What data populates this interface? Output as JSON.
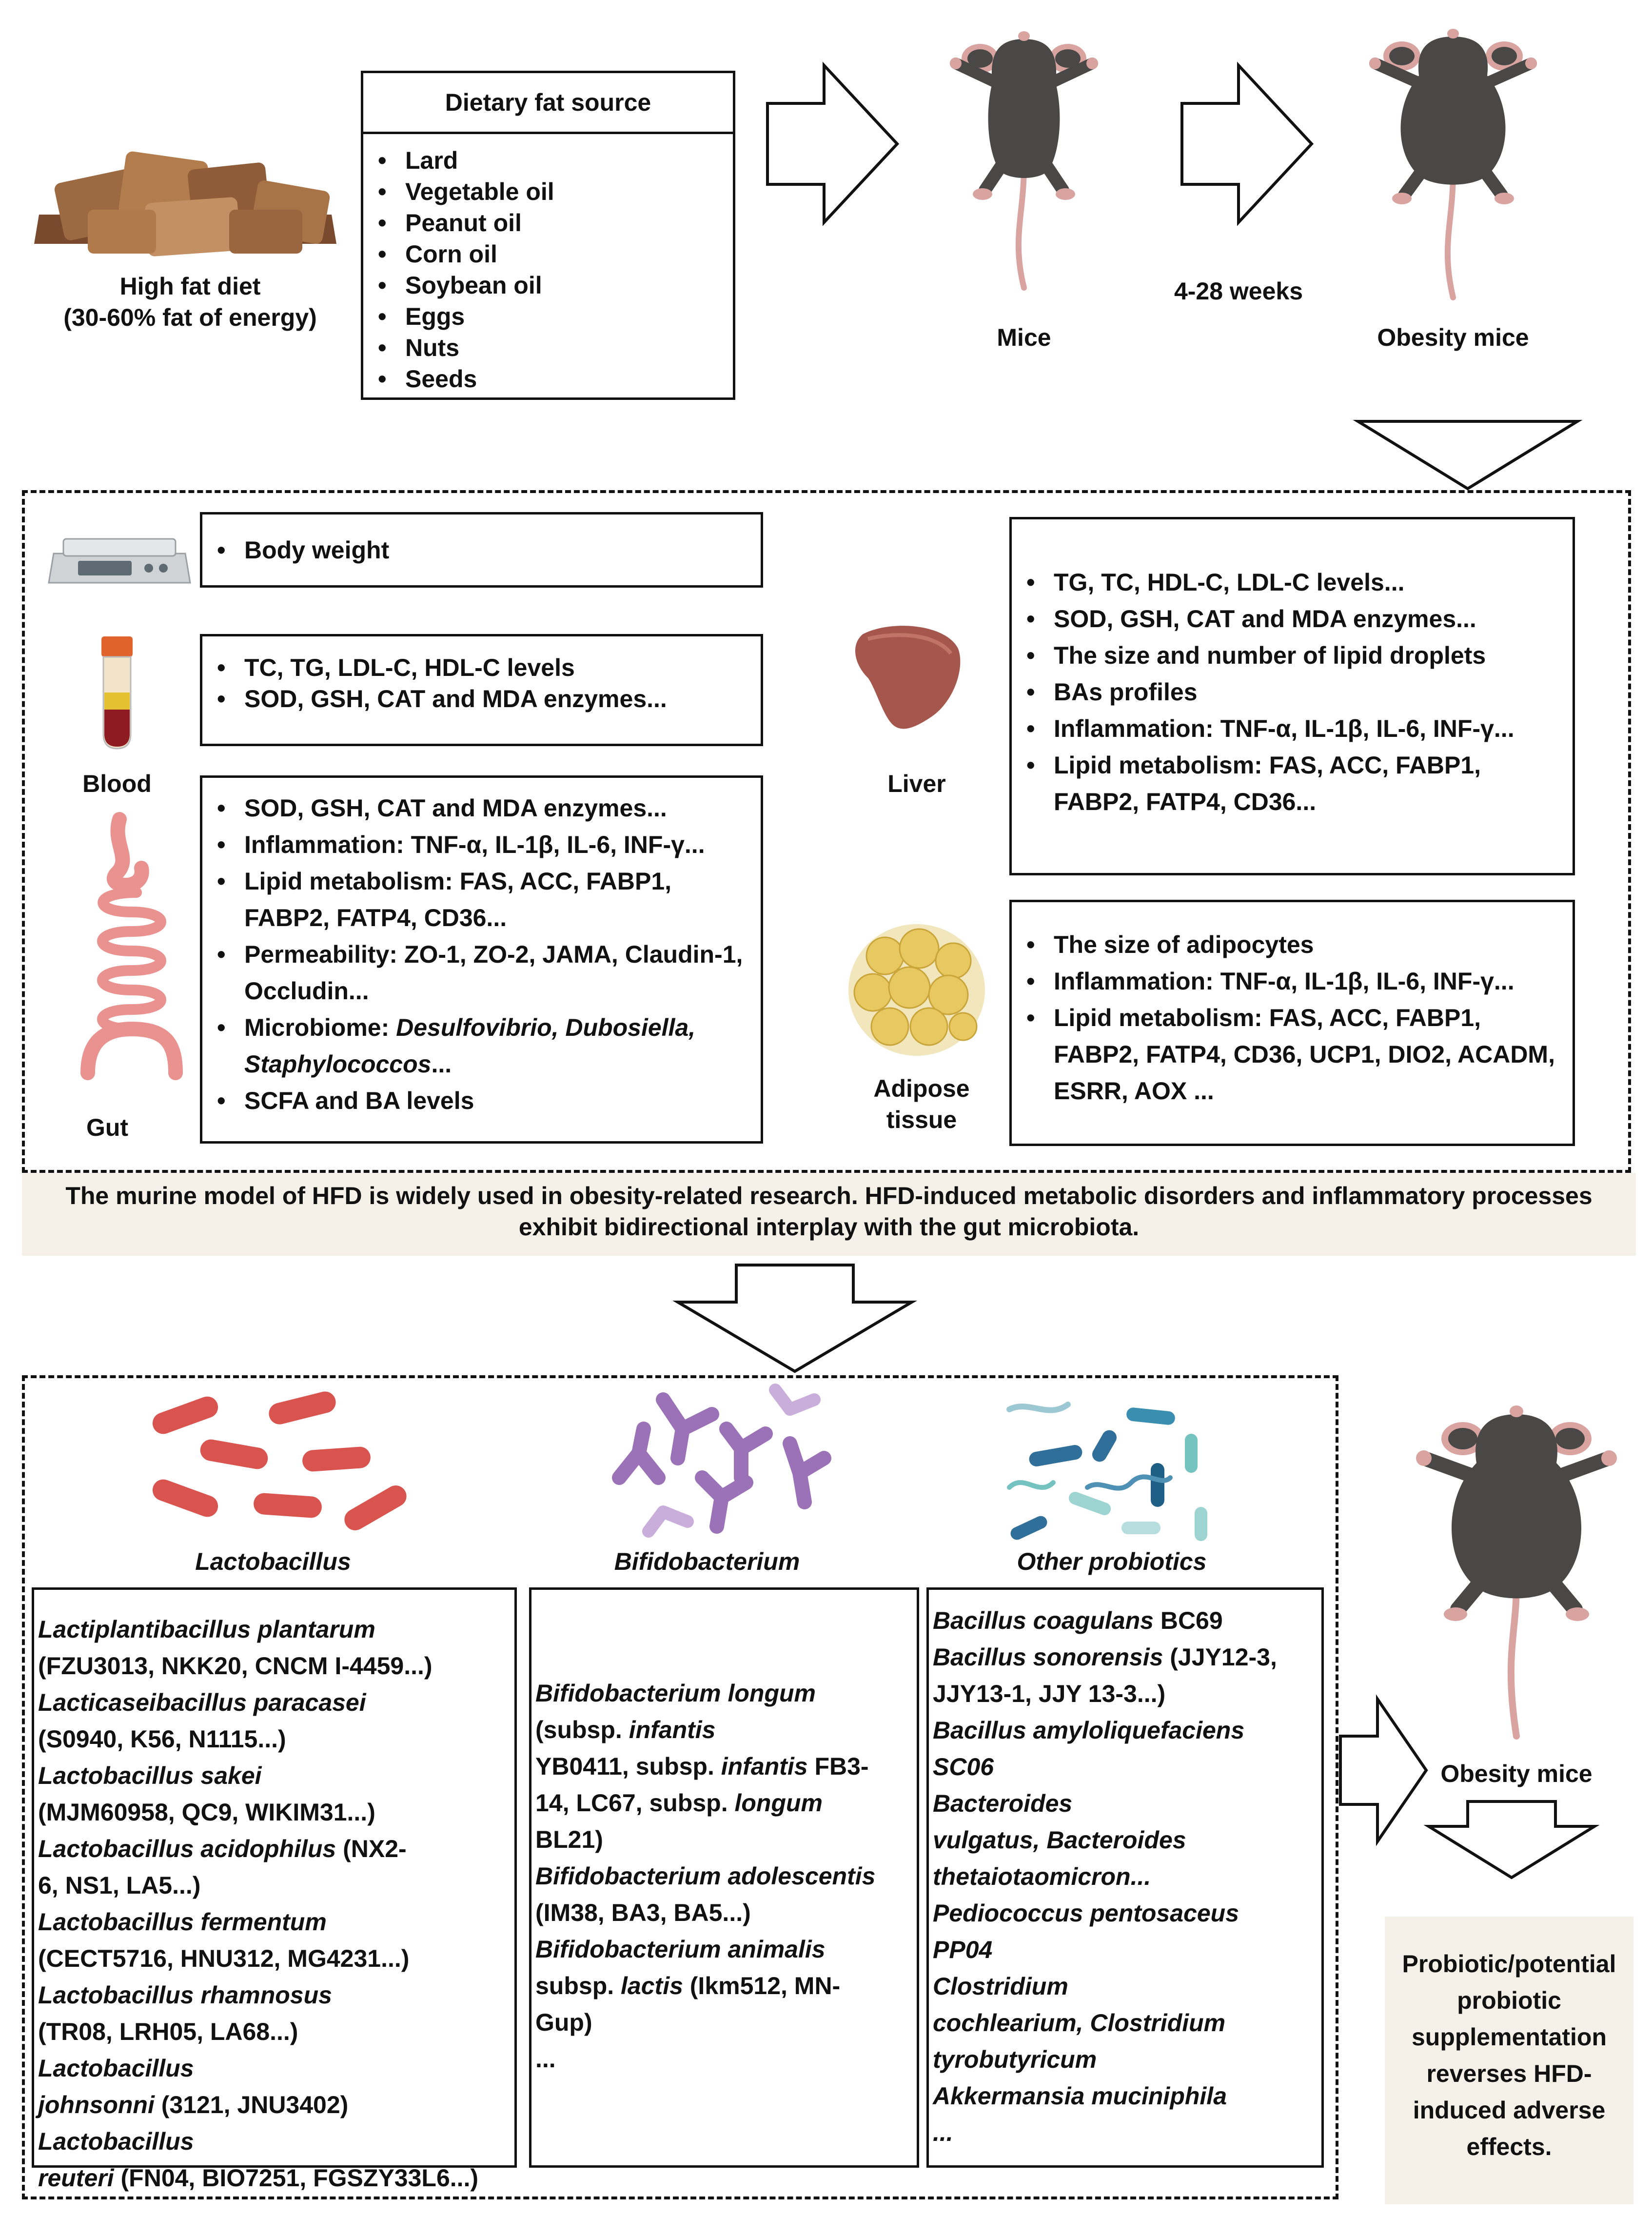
{
  "top": {
    "hfd_label_line1": "High fat diet",
    "hfd_label_line2": "(30-60% fat of energy)",
    "fat_source_title": "Dietary fat source",
    "fat_sources": [
      "Lard",
      "Vegetable oil",
      "Peanut oil",
      "Corn oil",
      "Soybean oil",
      "Eggs",
      "Nuts",
      "Seeds"
    ],
    "mice_label": "Mice",
    "duration_label": "4-28 weeks",
    "obesity_mice_label": "Obesity mice"
  },
  "middle": {
    "body_weight": "Body weight",
    "blood_label": "Blood",
    "blood_items": [
      "TC, TG, LDL-C, HDL-C levels",
      "SOD, GSH, CAT and MDA enzymes..."
    ],
    "gut_label": "Gut",
    "gut_items": [
      "SOD, GSH, CAT and MDA enzymes...",
      "Inflammation: TNF-α, IL-1β, IL-6, INF-γ...",
      "Lipid metabolism: FAS, ACC, FABP1, FABP2, FATP4, CD36...",
      "Permeability: ZO-1, ZO-2, JAMA, Claudin-1, Occludin..."
    ],
    "gut_microbiome_prefix": "Microbiome: ",
    "gut_microbiome_taxa": "Desulfovibrio, Dubosiella, Staphylococcos",
    "gut_microbiome_suffix": "...",
    "gut_scfa": "SCFA and BA levels",
    "liver_label": "Liver",
    "liver_items": [
      "TG, TC, HDL-C, LDL-C levels...",
      "SOD, GSH, CAT and MDA enzymes...",
      "The size and number of lipid  droplets",
      "BAs profiles",
      "Inflammation: TNF-α, IL-1β, IL-6, INF-γ...",
      "Lipid metabolism: FAS, ACC, FABP1, FABP2, FATP4, CD36..."
    ],
    "adipose_label_line1": "Adipose",
    "adipose_label_line2": "tissue",
    "adipose_items": [
      "The size of adipocytes",
      "Inflammation: TNF-α, IL-1β, IL-6, INF-γ...",
      "Lipid metabolism: FAS, ACC, FABP1, FABP2, FATP4, CD36, UCP1, DIO2, ACADM, ESRR,  AOX ..."
    ],
    "summary": "The murine model of HFD is widely used in obesity-related research. HFD-induced metabolic disorders and inflammatory processes exhibit bidirectional interplay with the gut microbiota."
  },
  "bottom": {
    "lactobacillus_title": "Lactobacillus",
    "bifido_title": "Bifidobacterium",
    "other_title": "Other probiotics",
    "lacto": [
      {
        "i": "Lactiplantibacillus plantarum",
        "n": ""
      },
      {
        "i": "",
        "n": "(FZU3013, NKK20, CNCM I-4459...)"
      },
      {
        "i": "Lacticaseibacillus paracasei",
        "n": ""
      },
      {
        "i": "",
        "n": "(S0940, K56, N1115...)"
      },
      {
        "i": "Lactobacillus sakei",
        "n": ""
      },
      {
        "i": "",
        "n": "(MJM60958, QC9, WIKIM31...)"
      },
      {
        "i": "Lactobacillus acidophilus",
        "n": " (NX2-"
      },
      {
        "i": "",
        "n": "6, NS1, LA5...)"
      },
      {
        "i": "Lactobacillus fermentum",
        "n": ""
      },
      {
        "i": "",
        "n": "(CECT5716, HNU312, MG4231...)"
      },
      {
        "i": "Lactobacillus rhamnosus",
        "n": ""
      },
      {
        "i": "",
        "n": "(TR08, LRH05, LA68...)"
      },
      {
        "i": "Lactobacillus",
        "n": ""
      },
      {
        "i": "johnsonni",
        "n": " (3121,  JNU3402)"
      },
      {
        "i": "Lactobacillus",
        "n": ""
      },
      {
        "i": "reuteri",
        "n": " (FN04, BIO7251, FGSZY33L6...)"
      },
      {
        "i": "",
        "n": "..."
      }
    ],
    "bifido": [
      {
        "i": "Bifidobacterium longum",
        "n": ""
      },
      {
        "i": "",
        "n": "(subsp. ",
        "i2": "infantis",
        "n2": ""
      },
      {
        "i": "",
        "n": "YB0411, subsp. ",
        "i2": "infantis",
        "n2": " FB3-"
      },
      {
        "i": "",
        "n": "14, LC67, subsp. ",
        "i2": "longum",
        "n2": ""
      },
      {
        "i": "",
        "n": "BL21)"
      },
      {
        "i": "Bifidobacterium adolescentis",
        "n": ""
      },
      {
        "i": "",
        "n": "(IM38, BA3, BA5...)"
      },
      {
        "i": "Bifidobacterium animalis",
        "n": ""
      },
      {
        "i": "",
        "n": "subsp. ",
        "i2": "lactis",
        "n2": " (Ikm512, MN-"
      },
      {
        "i": "",
        "n": "Gup)"
      },
      {
        "i": "",
        "n": "..."
      }
    ],
    "other": [
      {
        "i": "Bacillus coagulans",
        "n": " BC69"
      },
      {
        "i": "Bacillus sonorensis",
        "n": " (JJY12-3,"
      },
      {
        "i": "",
        "n": "JJY13-1, JJY 13-3...)"
      },
      {
        "i": "Bacillus amyloliquefaciens",
        "n": ""
      },
      {
        "i": "SC06",
        "n": ""
      },
      {
        "i": "Bacteroides",
        "n": ""
      },
      {
        "i": "vulgatus, Bacteroides",
        "n": ""
      },
      {
        "i": "thetaiotaomicron...",
        "n": ""
      },
      {
        "i": "Pediococcus pentosaceus",
        "n": ""
      },
      {
        "i": "PP04",
        "n": ""
      },
      {
        "i": "Clostridium",
        "n": ""
      },
      {
        "i": "cochlearium, Clostridium",
        "n": ""
      },
      {
        "i": "tyrobutyricum",
        "n": ""
      },
      {
        "i": "Akkermansia muciniphila",
        "n": ""
      },
      {
        "i": "...",
        "n": ""
      }
    ],
    "obesity_mice_label": "Obesity mice",
    "conclusion": "Probiotic/potential probiotic supplementation reverses HFD-induced adverse effects."
  },
  "colors": {
    "mouse_body": "#4a4846",
    "mouse_pink": "#d9a3a0",
    "rod_red": "#d9534f",
    "bifido_purple": "#9b72b8",
    "summary_band": "#f5f1e8",
    "liver": "#a5574d",
    "fat_cell": "#e8c860",
    "gut": "#e9928f"
  }
}
